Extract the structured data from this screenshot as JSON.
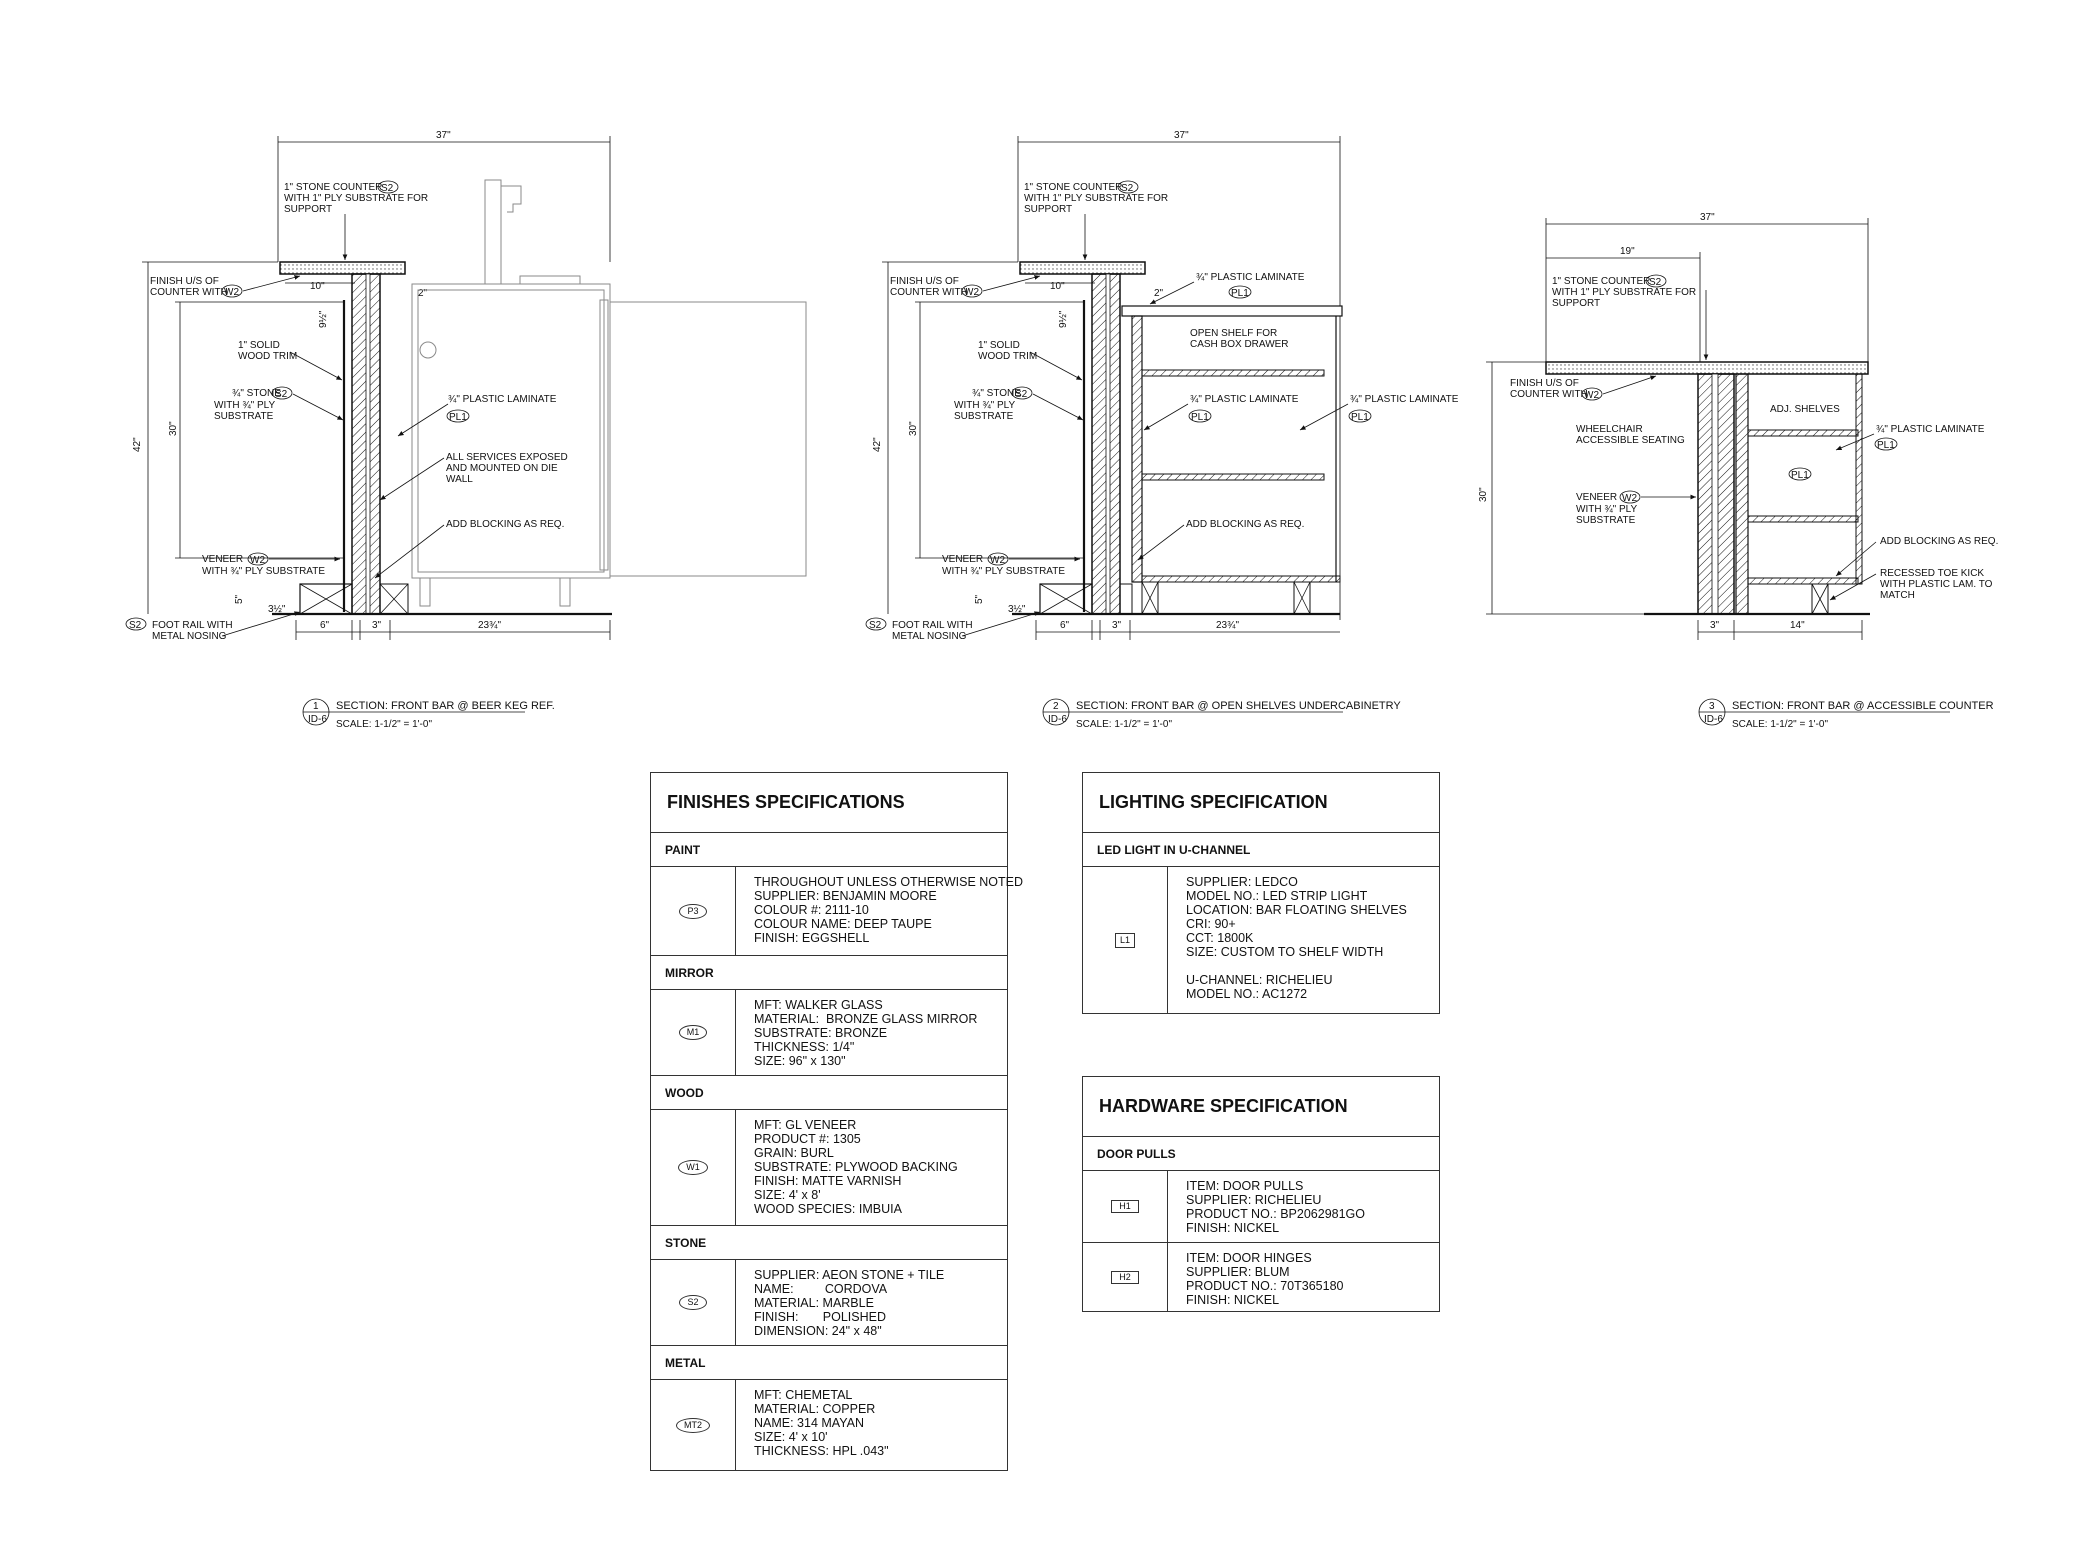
{
  "sections": [
    {
      "number": "1",
      "sheet": "ID-6",
      "title": "SECTION: FRONT BAR @  BEER KEG REF.",
      "scale": "SCALE: 1-1/2\" = 1'-0\"",
      "dims": {
        "overall": "37\"",
        "top": "10\"",
        "gap": "2\"",
        "height": "42\"",
        "inner": "30\"",
        "trim": "9½\"",
        "rail": "5\"",
        "rail2": "3½\"",
        "b1": "6\"",
        "b2": "3\"",
        "b3": "23¾\""
      },
      "labels": {
        "counter": "1\" STONE COUNTER",
        "counter2": "WITH 1\" PLY SUBSTRATE FOR",
        "counter3": "SUPPORT",
        "finish1": "FINISH U/S OF",
        "finish2": "COUNTER WITH",
        "trim1": "1\" SOLID",
        "trim2": "WOOD TRIM",
        "stone1": "¾\" STONE",
        "stone2": "WITH ¾\" PLY",
        "stone3": "SUBSTRATE",
        "veneer1": "VENEER",
        "veneer2": "WITH ¾\" PLY SUBSTRATE",
        "rail1": "FOOT RAIL WITH",
        "rail2": "METAL NOSING",
        "lam": "¾\" PLASTIC LAMINATE",
        "serv1": "ALL SERVICES EXPOSED",
        "serv2": "AND MOUNTED ON DIE",
        "serv3": "WALL",
        "block": "ADD BLOCKING AS REQ."
      }
    },
    {
      "number": "2",
      "sheet": "ID-6",
      "title": "SECTION: FRONT BAR @ OPEN SHELVES UNDERCABINETRY",
      "scale": "SCALE: 1-1/2\" = 1'-0\"",
      "dims": {
        "overall": "37\"",
        "top": "10\"",
        "gap": "2\"",
        "height": "42\"",
        "inner": "30\"",
        "trim": "9½\"",
        "rail": "5\"",
        "rail2": "3½\"",
        "b1": "6\"",
        "b2": "3\"",
        "b3": "23¾\""
      },
      "labels": {
        "counter": "1\" STONE COUNTER",
        "counter2": "WITH 1\" PLY SUBSTRATE FOR",
        "counter3": "SUPPORT",
        "finish1": "FINISH U/S OF",
        "finish2": "COUNTER WITH",
        "trim1": "1\" SOLID",
        "trim2": "WOOD TRIM",
        "stone1": "¾\" STONE",
        "stone2": "WITH ¾\" PLY",
        "stone3": "SUBSTRATE",
        "veneer1": "VENEER",
        "veneer2": "WITH ¾\" PLY SUBSTRATE",
        "rail1": "FOOT RAIL WITH",
        "rail2": "METAL NOSING",
        "lam": "¾\" PLASTIC LAMINATE",
        "shelf1": "OPEN SHELF FOR",
        "shelf2": "CASH BOX DRAWER",
        "block": "ADD BLOCKING AS REQ."
      }
    },
    {
      "number": "3",
      "sheet": "ID-6",
      "title": "SECTION: FRONT BAR @ ACCESSIBLE COUNTER",
      "scale": "SCALE: 1-1/2\" = 1'-0\"",
      "dims": {
        "overall": "37\"",
        "top": "19\"",
        "height": "30\"",
        "b1": "3\"",
        "b2": "14\""
      },
      "labels": {
        "counter": "1\" STONE COUNTER",
        "counter2": "WITH 1\" PLY SUBSTRATE FOR",
        "counter3": "SUPPORT",
        "finish1": "FINISH U/S OF",
        "finish2": "COUNTER WITH",
        "wc1": "WHEELCHAIR",
        "wc2": "ACCESSIBLE SEATING",
        "veneer1": "VENEER",
        "veneer2": "WITH ¾\" PLY",
        "veneer3": "SUBSTRATE",
        "adj": "ADJ. SHELVES",
        "lam": "¾\" PLASTIC LAMINATE",
        "block": "ADD BLOCKING AS REQ.",
        "toe1": "RECESSED TOE KICK",
        "toe2": "WITH PLASTIC LAM. TO",
        "toe3": "MATCH"
      }
    }
  ],
  "tags": {
    "s2": "S2",
    "w2": "W2",
    "pl1": "PL1"
  },
  "finishes": {
    "title": "FINISHES SPECIFICATIONS",
    "groups": [
      {
        "category": "PAINT",
        "code": "P3",
        "lines": [
          "THROUGHOUT UNLESS OTHERWISE NOTED",
          "SUPPLIER: BENJAMIN MOORE",
          "COLOUR #: 2111-10",
          "COLOUR NAME: DEEP TAUPE",
          "FINISH: EGGSHELL"
        ]
      },
      {
        "category": "MIRROR",
        "code": "M1",
        "lines": [
          "MFT: WALKER GLASS",
          "MATERIAL:  BRONZE GLASS MIRROR",
          "SUBSTRATE: BRONZE",
          "THICKNESS: 1/4\"",
          "SIZE: 96\" x 130\""
        ]
      },
      {
        "category": "WOOD",
        "code": "W1",
        "lines": [
          "MFT: GL VENEER",
          "PRODUCT #: 1305",
          "GRAIN: BURL",
          "SUBSTRATE: PLYWOOD BACKING",
          "FINISH: MATTE VARNISH",
          "SIZE: 4' x 8'",
          "WOOD SPECIES: IMBUIA"
        ]
      },
      {
        "category": "STONE",
        "code": "S2",
        "lines": [
          "SUPPLIER: AEON STONE + TILE",
          "NAME:         CORDOVA",
          "MATERIAL: MARBLE",
          "FINISH:       POLISHED",
          "DIMENSION: 24\" x 48\""
        ]
      },
      {
        "category": "METAL",
        "code": "MT2",
        "lines": [
          "MFT: CHEMETAL",
          "MATERIAL: COPPER",
          "NAME: 314 MAYAN",
          "SIZE: 4' x 10'",
          "THICKNESS: HPL .043\""
        ]
      }
    ]
  },
  "lighting": {
    "title": "LIGHTING SPECIFICATION",
    "category": "LED LIGHT IN U-CHANNEL",
    "code": "L1",
    "lines": [
      "SUPPLIER: LEDCO",
      "MODEL NO.: LED STRIP LIGHT",
      "LOCATION: BAR FLOATING SHELVES",
      "CRI: 90+",
      "CCT: 1800K",
      "SIZE: CUSTOM TO SHELF WIDTH",
      "",
      "U-CHANNEL: RICHELIEU",
      "MODEL NO.: AC1272"
    ]
  },
  "hardware": {
    "title": "HARDWARE SPECIFICATION",
    "category": "DOOR PULLS",
    "rows": [
      {
        "code": "H1",
        "lines": [
          "ITEM: DOOR PULLS",
          "SUPPLIER: RICHELIEU",
          "PRODUCT NO.: BP2062981GO",
          "FINISH: NICKEL"
        ]
      },
      {
        "code": "H2",
        "lines": [
          "ITEM: DOOR HINGES",
          "SUPPLIER: BLUM",
          "PRODUCT NO.: 70T365180",
          "FINISH: NICKEL"
        ]
      }
    ]
  }
}
